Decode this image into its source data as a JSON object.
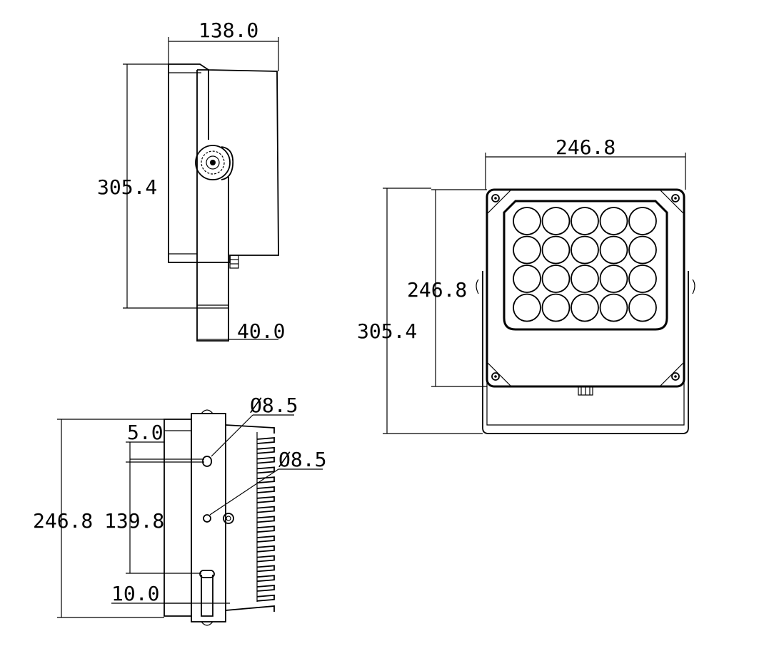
{
  "dimensions": {
    "side_width": "138.0",
    "side_height": "305.4",
    "side_bracket": "40.0",
    "front_width": "246.8",
    "front_inner_height": "246.8",
    "front_total_height": "305.4",
    "bottom_height": "246.8",
    "bottom_hole_spacing": "139.8",
    "bottom_offset_top": "5.0",
    "bottom_offset_bottom": "10.0",
    "hole_diameter_1": "Ø8.5",
    "hole_diameter_2": "Ø8.5"
  },
  "led_grid": {
    "rows": 4,
    "cols": 5
  },
  "colors": {
    "line": "#000000",
    "background": "#ffffff"
  }
}
